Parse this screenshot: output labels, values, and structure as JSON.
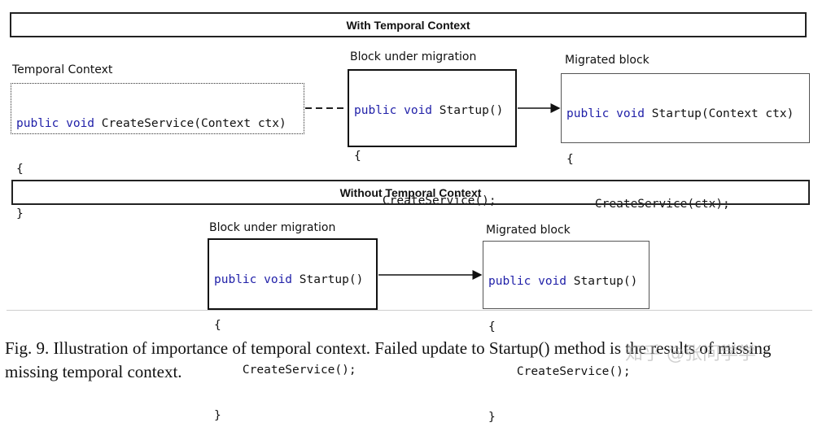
{
  "top_section": {
    "banner": "With Temporal Context",
    "context_label": "Temporal Context",
    "context_code": {
      "keywords": "public void",
      "line1_rest": " CreateService(Context ctx)",
      "line2": "{",
      "line3": "}"
    },
    "block_label": "Block under migration",
    "block_code": {
      "keywords": "public void",
      "line1_rest": " Startup()",
      "line2": "{",
      "line3": "    CreateService();",
      "line4": "}"
    },
    "migrated_label": "Migrated block",
    "migrated_code": {
      "keywords": "public void",
      "line1_rest": " Startup(Context ctx)",
      "line2": "{",
      "line3": "    CreateService(ctx);",
      "line4": "}"
    }
  },
  "bottom_section": {
    "banner": "Without Temporal Context",
    "block_label": "Block under migration",
    "block_code": {
      "keywords": "public void",
      "line1_rest": " Startup()",
      "line2": "{",
      "line3": "    CreateService();",
      "line4": "}"
    },
    "migrated_label": "Migrated block",
    "migrated_code": {
      "keywords": "public void",
      "line1_rest": " Startup()",
      "line2": "{",
      "line3": "    CreateService();",
      "line4": "}"
    }
  },
  "caption": {
    "text": "Fig. 9.  Illustration of importance of temporal context. Failed update to Startup() method is the results of missing missing temporal context."
  },
  "watermark": "知乎 @张问学学"
}
